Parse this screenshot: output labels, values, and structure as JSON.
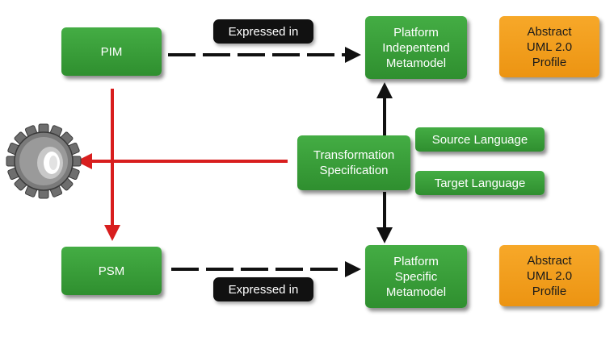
{
  "nodes": {
    "pim": "PIM",
    "psm": "PSM",
    "platform_independent_metamodel": "Platform\nIndepentend\nMetamodel",
    "platform_specific_metamodel": "Platform\nSpecific\nMetamodel",
    "abstract_profile_top": "Abstract\nUML 2.0\nProfile",
    "abstract_profile_bottom": "Abstract\nUML 2.0\nProfile",
    "transformation_specification": "Transformation\nSpecification",
    "source_language": "Source Language",
    "target_language": "Target Language"
  },
  "labels": {
    "expressed_in_top": "Expressed in",
    "expressed_in_bottom": "Expressed in"
  },
  "icons": {
    "gear": "gear-icon"
  },
  "colors": {
    "box_green": "#3a9e3a",
    "box_orange": "#f29c1c",
    "label_black": "#111111",
    "arrow_red": "#d81e1e",
    "arrow_black": "#111111"
  }
}
